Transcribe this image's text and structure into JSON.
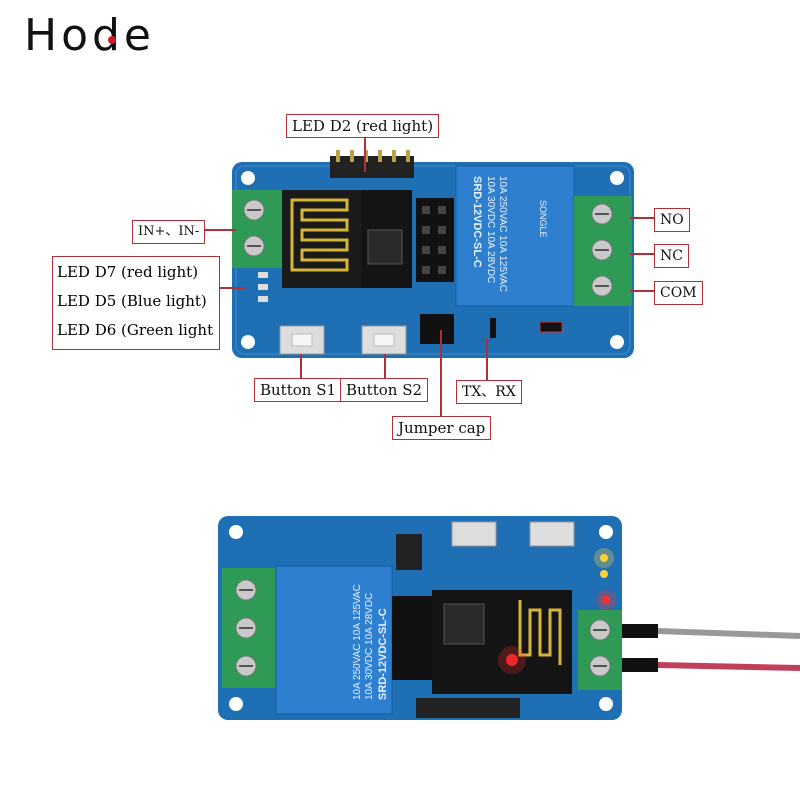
{
  "brand": {
    "logo_text": "Hode"
  },
  "labels": {
    "led_d2": "LED D2 (red light)",
    "in_plus_minus": "IN+、IN-",
    "led_d7": "LED D7 (red light)",
    "led_d5": "LED D5 (Blue light)",
    "led_d6": "LED D6 (Green light",
    "no": "NO",
    "nc": "NC",
    "com": "COM",
    "button_s1": "Button S1",
    "button_s2": "Button S2",
    "tx_rx": "TX、RX",
    "jumper_cap": "Jumper cap"
  },
  "relay_text": {
    "line1": "10A 250VAC  10A 125VAC",
    "line2": "10A 30VDC  10A 28VDC",
    "model": "SRD-12VDC-SL-C",
    "brand": "SONGLE"
  },
  "colors": {
    "pcb": "#1f6fb5",
    "relay": "#2f7fd0",
    "terminal": "#2f9a55",
    "callout_border": "#b0303a"
  }
}
